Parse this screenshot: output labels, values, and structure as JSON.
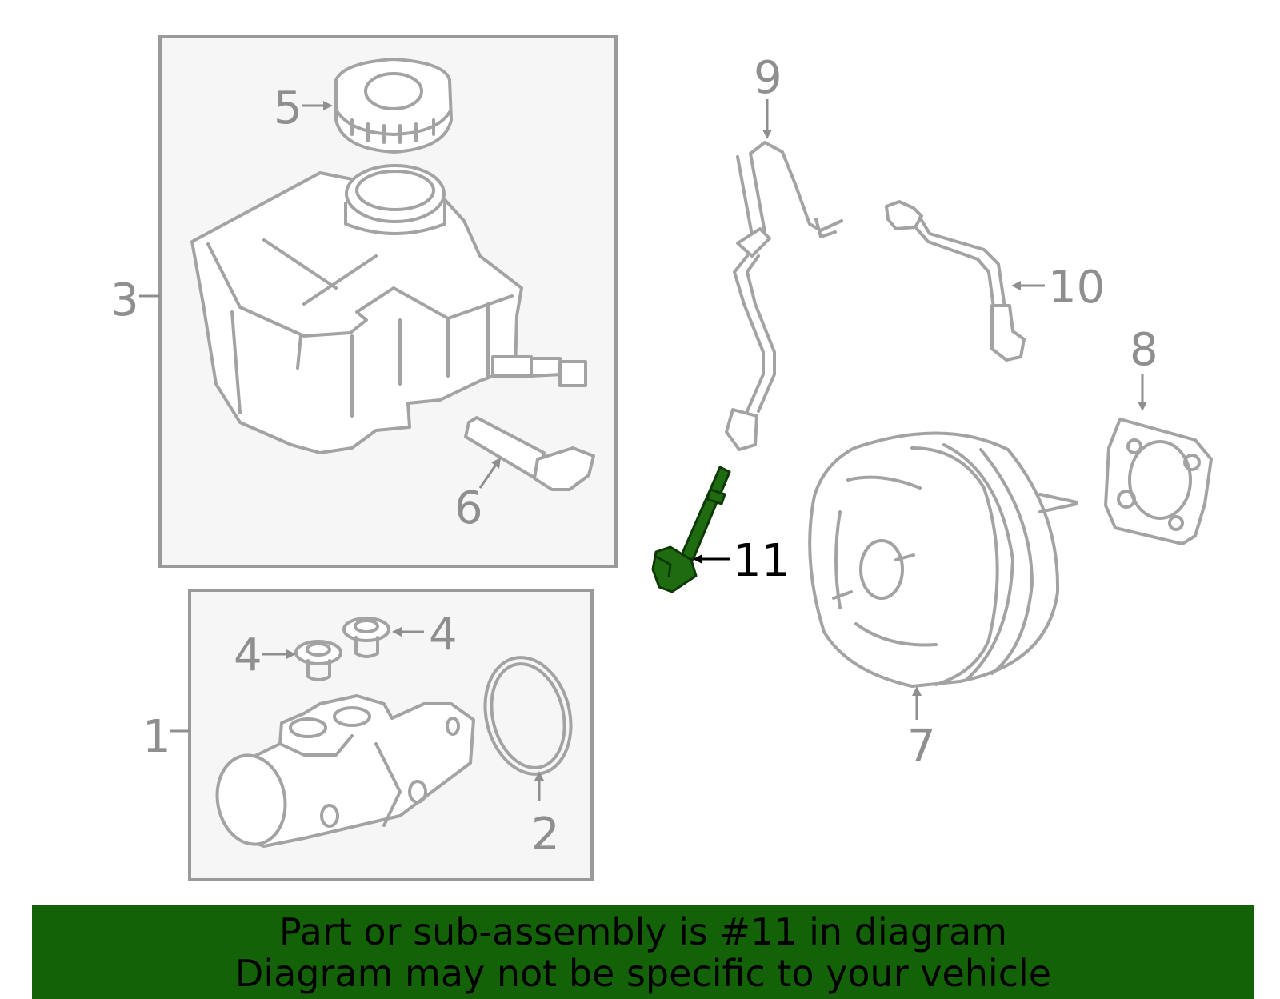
{
  "callouts": {
    "c1": "1",
    "c2": "2",
    "c3": "3",
    "c4a": "4",
    "c4b": "4",
    "c5": "5",
    "c6": "6",
    "c7": "7",
    "c8": "8",
    "c9": "9",
    "c10": "10",
    "c11": "11"
  },
  "highlighted_part": "11",
  "colors": {
    "highlight": "#1f6b0f",
    "banner": "#136208",
    "line_art": "#a3a3a3"
  },
  "banner": {
    "line1": "Part or sub-assembly is #11 in diagram",
    "line2": "Diagram may not be specific to your vehicle"
  }
}
